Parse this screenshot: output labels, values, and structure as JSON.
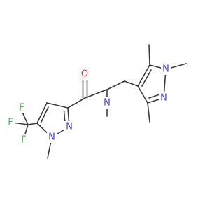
{
  "colors": {
    "bond": "#3a3a3a",
    "oxygen": "#e53935",
    "nitrogen": "#3b3fd6",
    "fluorine": "#4caf50",
    "background": "#ffffff"
  },
  "atoms": {
    "O": "O",
    "N_amide": "N",
    "N1_left": "N",
    "N2_left": "N",
    "N1_right": "N",
    "N2_right": "N",
    "F_top": "F",
    "F_left": "F",
    "F_bottom": "F"
  }
}
